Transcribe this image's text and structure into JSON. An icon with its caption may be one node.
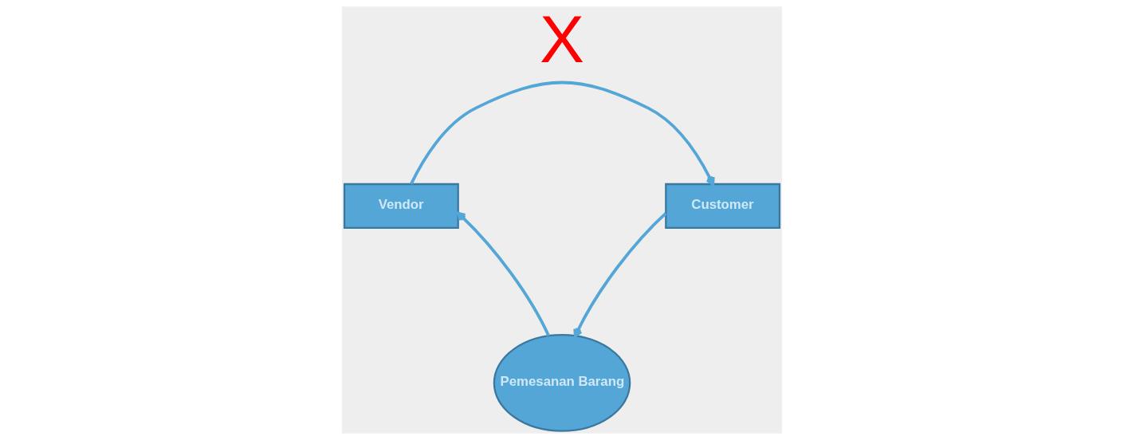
{
  "diagram": {
    "nodes": [
      {
        "text": [
          "Vendor"
        ]
      },
      {
        "text": [
          "Customer"
        ]
      },
      {
        "text": [
          "Pemesanan Barang"
        ]
      }
    ],
    "edges": [
      {
        "from": 0,
        "to": 1,
        "arrow": "to",
        "label": "X"
      },
      {
        "from": 1,
        "to": 2,
        "arrow": "to"
      },
      {
        "from": 2,
        "to": 0,
        "arrow": "to"
      }
    ]
  }
}
